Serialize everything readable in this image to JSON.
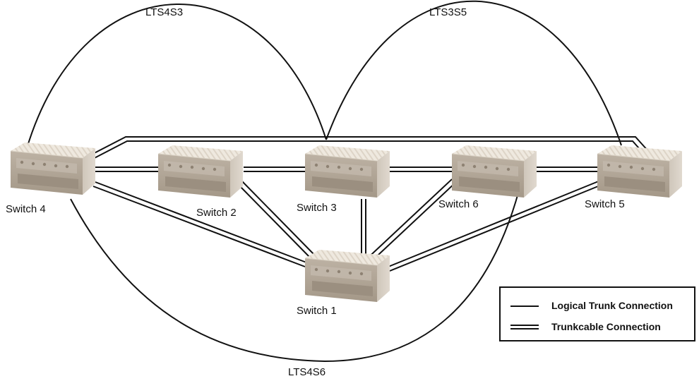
{
  "logical_links": [
    {
      "id": "LTS4S3",
      "label": "LTS4S3"
    },
    {
      "id": "LTS3S5",
      "label": "LTS3S5"
    },
    {
      "id": "LTS4S6",
      "label": "LTS4S6"
    }
  ],
  "switches": [
    {
      "id": "s4",
      "label": "Switch 4"
    },
    {
      "id": "s2",
      "label": "Switch 2"
    },
    {
      "id": "s3",
      "label": "Switch 3"
    },
    {
      "id": "s6",
      "label": "Switch 6"
    },
    {
      "id": "s5",
      "label": "Switch 5"
    },
    {
      "id": "s1",
      "label": "Switch 1"
    }
  ],
  "legend": {
    "logical": "Logical Trunk Connection",
    "trunkcable": "Trunkcable Connection"
  },
  "colors": {
    "switch_top": "#ede6dc",
    "switch_front": "#b3a89a",
    "switch_side": "#c9c0b4",
    "line": "#111111"
  }
}
